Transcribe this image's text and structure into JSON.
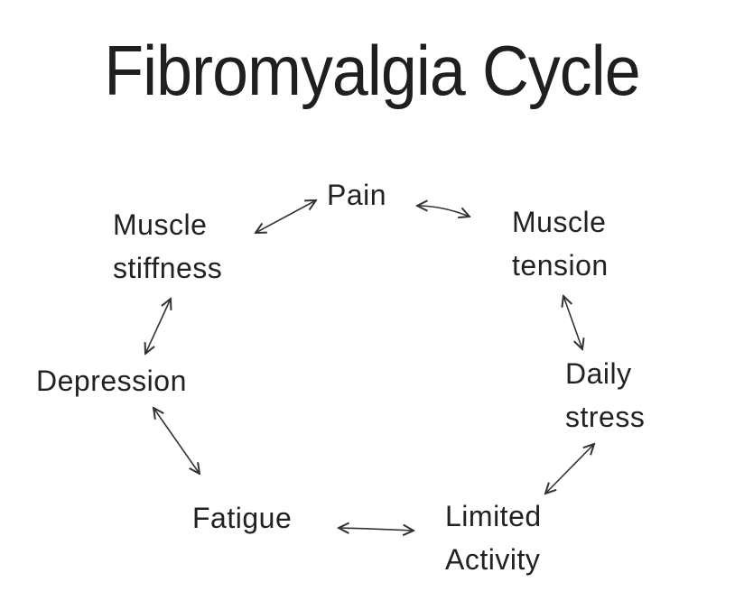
{
  "title": "Fibromyalgia Cycle",
  "nodes": {
    "pain": {
      "lines": [
        "Pain"
      ]
    },
    "muscle_tension": {
      "lines": [
        "Muscle",
        "tension"
      ]
    },
    "daily_stress": {
      "lines": [
        "Daily",
        "stress"
      ]
    },
    "limited_activity": {
      "lines": [
        "Limited",
        "Activity"
      ]
    },
    "fatigue": {
      "lines": [
        "Fatigue"
      ]
    },
    "depression": {
      "lines": [
        "Depression"
      ]
    },
    "muscle_stiffness": {
      "lines": [
        "Muscle",
        "stiffness"
      ]
    }
  },
  "connections": [
    {
      "from": "muscle_stiffness",
      "to": "pain",
      "type": "bidirectional"
    },
    {
      "from": "pain",
      "to": "muscle_tension",
      "type": "bidirectional"
    },
    {
      "from": "muscle_tension",
      "to": "daily_stress",
      "type": "bidirectional"
    },
    {
      "from": "daily_stress",
      "to": "limited_activity",
      "type": "bidirectional"
    },
    {
      "from": "limited_activity",
      "to": "fatigue",
      "type": "bidirectional"
    },
    {
      "from": "fatigue",
      "to": "depression",
      "type": "bidirectional"
    },
    {
      "from": "depression",
      "to": "muscle_stiffness",
      "type": "bidirectional"
    }
  ],
  "colors": {
    "text": "#222222",
    "arrow": "#333333",
    "background": "#ffffff"
  }
}
